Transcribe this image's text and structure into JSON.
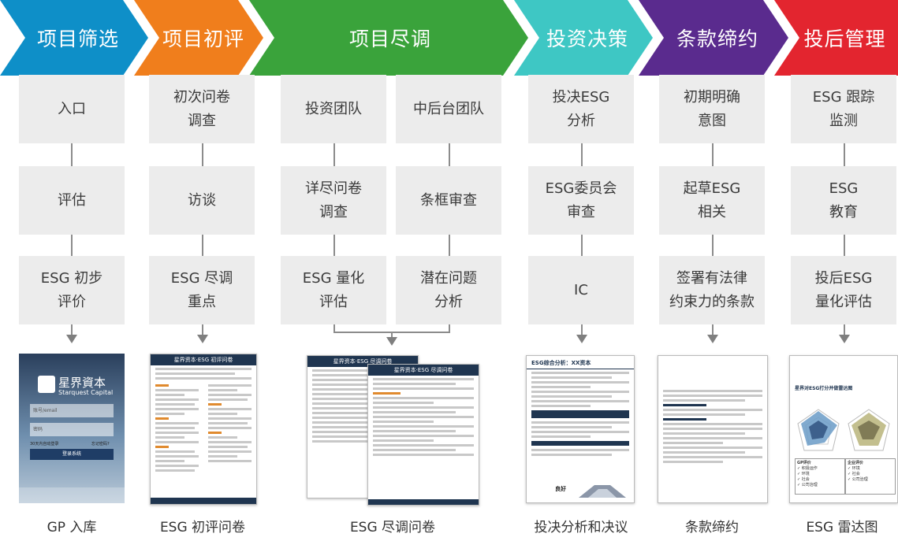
{
  "columns": [
    {
      "title": "项目筛选",
      "color": "#0e8fc8",
      "caption": "GP 入库",
      "boxes": [
        "入口",
        "评估",
        "ESG 初步\n评价"
      ]
    },
    {
      "title": "项目初评",
      "color": "#f07e1c",
      "caption": "ESG 初评问卷",
      "boxes": [
        "初次问卷\n调查",
        "访谈",
        "ESG 尽调\n重点"
      ]
    },
    {
      "title": "项目尽调",
      "color": "#3aa33b",
      "caption": "ESG 尽调问卷",
      "left_boxes": [
        "投资团队",
        "详尽问卷\n调查",
        "ESG 量化\n评估"
      ],
      "right_boxes": [
        "中后台团队",
        "条框审查",
        "潜在问题\n分析"
      ]
    },
    {
      "title": "投资决策",
      "color": "#3ec7c4",
      "caption": "投决分析和决议",
      "boxes": [
        "投决ESG\n分析",
        "ESG委员会\n审查",
        "IC"
      ]
    },
    {
      "title": "条款缔约",
      "color": "#5a2b8e",
      "caption": "条款缔约",
      "boxes": [
        "初期明确\n意图",
        "起草ESG\n相关",
        "签署有法律\n约束力的条款"
      ]
    },
    {
      "title": "投后管理",
      "color": "#e3252f",
      "caption": "ESG 雷达图",
      "boxes": [
        "ESG 跟踪\n监测",
        "ESG\n教育",
        "投后ESG\n量化评估"
      ]
    }
  ],
  "login": {
    "brand": "星界資本",
    "brand_en": "Starquest Capital",
    "account_placeholder": "账号/email",
    "password_placeholder": "密码",
    "remember": "30天内自动登录",
    "forgot": "忘记密码?",
    "login_button": "登录系统"
  },
  "docs": {
    "questionnaire_title": "星界资本·ESG 初评问卷",
    "dd_title_back": "星界资本·ESG 尽调问卷",
    "dd_title_front": "星界资本·ESG 尽调问卷",
    "ic_title": "ESG综合分析：XX资本",
    "ic_footer": "良好",
    "radar_title": "星界对ESG打分并做雷达图"
  },
  "radar_legend": {
    "left": [
      "GP评价",
      "✓ 积极运作",
      "✓ 环境",
      "✓ 社会",
      "✓ 公司治理"
    ],
    "right": [
      "企业评价",
      "✓ 环境",
      "✓ 社会",
      "✓ 公司治理"
    ]
  }
}
